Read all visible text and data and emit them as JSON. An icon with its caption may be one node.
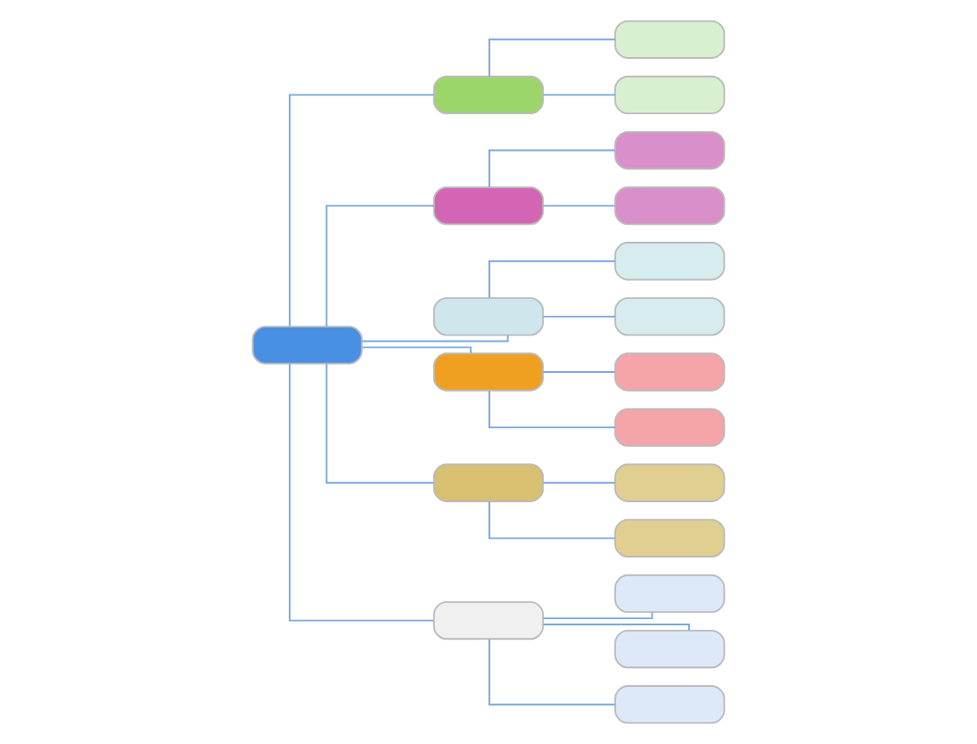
{
  "diagram": {
    "nodes": [
      {
        "text": [],
        "shape": "box"
      },
      {
        "text": [],
        "shape": "box"
      },
      {
        "text": [],
        "shape": "box"
      },
      {
        "text": [],
        "shape": "box"
      },
      {
        "text": [],
        "shape": "box"
      },
      {
        "text": [],
        "shape": "box"
      },
      {
        "text": [],
        "shape": "box"
      },
      {
        "text": [],
        "shape": "box"
      },
      {
        "text": [],
        "shape": "box"
      },
      {
        "text": [],
        "shape": "box"
      },
      {
        "text": [],
        "shape": "box"
      },
      {
        "text": [],
        "shape": "box"
      },
      {
        "text": [],
        "shape": "box"
      },
      {
        "text": [],
        "shape": "box"
      },
      {
        "text": [],
        "shape": "box"
      },
      {
        "text": [],
        "shape": "box"
      },
      {
        "text": [],
        "shape": "box"
      },
      {
        "text": [],
        "shape": "box"
      },
      {
        "text": [],
        "shape": "box"
      },
      {
        "text": [],
        "shape": "box"
      }
    ],
    "edges": [
      {
        "from": 0,
        "to": 1,
        "arrow": "none"
      },
      {
        "from": 0,
        "to": 2,
        "arrow": "none"
      },
      {
        "from": 0,
        "to": 3,
        "arrow": "none"
      },
      {
        "from": 0,
        "to": 4,
        "arrow": "none"
      },
      {
        "from": 0,
        "to": 5,
        "arrow": "none"
      },
      {
        "from": 0,
        "to": 6,
        "arrow": "none"
      },
      {
        "from": 1,
        "to": 7,
        "arrow": "none"
      },
      {
        "from": 1,
        "to": 8,
        "arrow": "none"
      },
      {
        "from": 2,
        "to": 9,
        "arrow": "none"
      },
      {
        "from": 2,
        "to": 10,
        "arrow": "none"
      },
      {
        "from": 3,
        "to": 11,
        "arrow": "none"
      },
      {
        "from": 3,
        "to": 12,
        "arrow": "none"
      },
      {
        "from": 4,
        "to": 13,
        "arrow": "none"
      },
      {
        "from": 4,
        "to": 14,
        "arrow": "none"
      },
      {
        "from": 5,
        "to": 15,
        "arrow": "none"
      },
      {
        "from": 5,
        "to": 16,
        "arrow": "none"
      },
      {
        "from": 6,
        "to": 17,
        "arrow": "none"
      },
      {
        "from": 6,
        "to": 18,
        "arrow": "none"
      },
      {
        "from": 6,
        "to": 19,
        "arrow": "none"
      }
    ]
  }
}
